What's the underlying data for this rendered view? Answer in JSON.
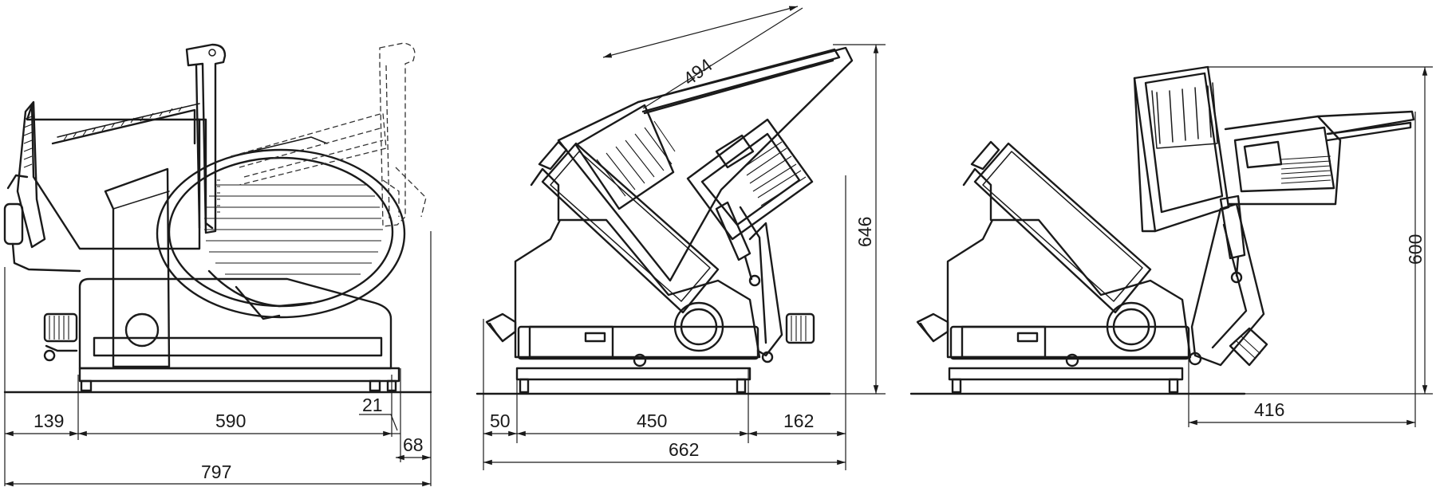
{
  "dimensions": {
    "front": {
      "d139": "139",
      "d590": "590",
      "d21": "21",
      "d68": "68",
      "d797": "797"
    },
    "side": {
      "d494": "494",
      "d646": "646",
      "d50": "50",
      "d450": "450",
      "d162": "162",
      "d662": "662"
    },
    "tilted": {
      "d600": "600",
      "d416": "416"
    }
  }
}
